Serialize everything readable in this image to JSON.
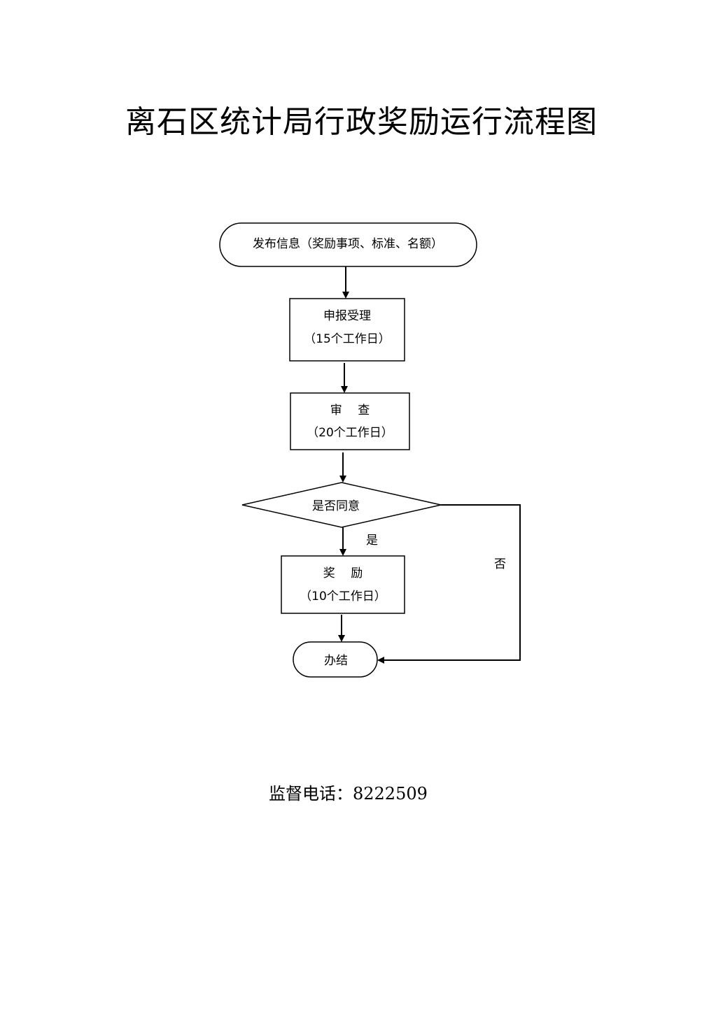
{
  "title": "离石区统计局行政奖励运行流程图",
  "nodes": {
    "start": {
      "line1": "发布信息（奖励事项、标准、名额）"
    },
    "accept": {
      "line1": "申报受理",
      "line2": "（15个工作日）"
    },
    "review": {
      "line1": "审　 查",
      "line2": "（20个工作日）"
    },
    "decision": {
      "line1": "是否同意"
    },
    "reward": {
      "line1": "奖　 励",
      "line2": "（10个工作日）"
    },
    "end": {
      "line1": "办结"
    }
  },
  "edges": {
    "yes_label": "是",
    "no_label": "否"
  },
  "footer": {
    "phone_label": "监督电话：",
    "phone_number": "8222509"
  }
}
